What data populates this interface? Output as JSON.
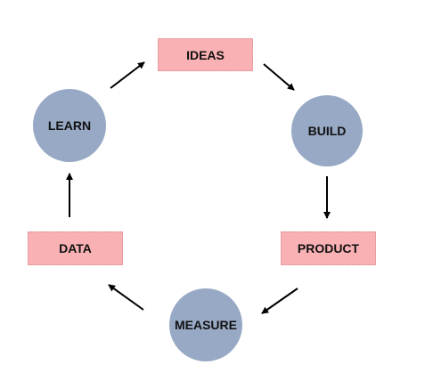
{
  "colors": {
    "circle_fill": "#97a9c4",
    "box_fill": "#f9b1b4",
    "arrow": "#000000",
    "label": "#111111"
  },
  "nodes": {
    "ideas": {
      "label": "IDEAS",
      "shape": "box"
    },
    "build": {
      "label": "BUILD",
      "shape": "circle"
    },
    "product": {
      "label": "PRODUCT",
      "shape": "box"
    },
    "measure": {
      "label": "MEASURE",
      "shape": "circle"
    },
    "data": {
      "label": "DATA",
      "shape": "box"
    },
    "learn": {
      "label": "LEARN",
      "shape": "circle"
    }
  },
  "edges": [
    {
      "from": "ideas",
      "to": "build"
    },
    {
      "from": "build",
      "to": "product"
    },
    {
      "from": "product",
      "to": "measure"
    },
    {
      "from": "measure",
      "to": "data"
    },
    {
      "from": "data",
      "to": "learn"
    },
    {
      "from": "learn",
      "to": "ideas"
    }
  ]
}
